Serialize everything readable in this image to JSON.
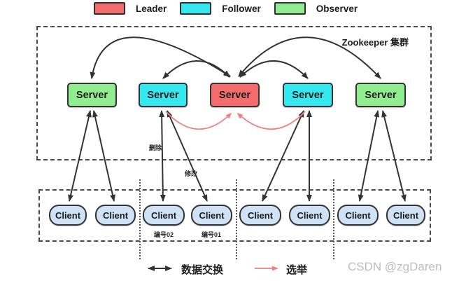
{
  "legend": {
    "items": [
      {
        "label": "Leader",
        "color": "#f56c6c"
      },
      {
        "label": "Follower",
        "color": "#35e8f0"
      },
      {
        "label": "Observer",
        "color": "#90ee90"
      }
    ]
  },
  "cluster": {
    "title": "Zookeeper 集群",
    "servers": [
      {
        "label": "Server",
        "role": "Observer",
        "color": "#90ee90"
      },
      {
        "label": "Server",
        "role": "Follower",
        "color": "#35e8f0"
      },
      {
        "label": "Server",
        "role": "Leader",
        "color": "#f56c6c"
      },
      {
        "label": "Server",
        "role": "Follower",
        "color": "#35e8f0"
      },
      {
        "label": "Server",
        "role": "Observer",
        "color": "#90ee90"
      }
    ]
  },
  "edge_labels": {
    "delete": "删除",
    "modify": "修改"
  },
  "clients": {
    "color": "#cfe2f6",
    "boxes": [
      "Client",
      "Client",
      "Client",
      "Client",
      "Client",
      "Client",
      "Client",
      "Client"
    ],
    "tags": [
      {
        "text": "编号02"
      },
      {
        "text": "编号01"
      }
    ]
  },
  "footer_legend": {
    "data_exchange": "数据交换",
    "election": "选举",
    "arrow_black": "#333333",
    "arrow_red": "#f08080"
  },
  "watermark": "CSDN @zgDaren"
}
